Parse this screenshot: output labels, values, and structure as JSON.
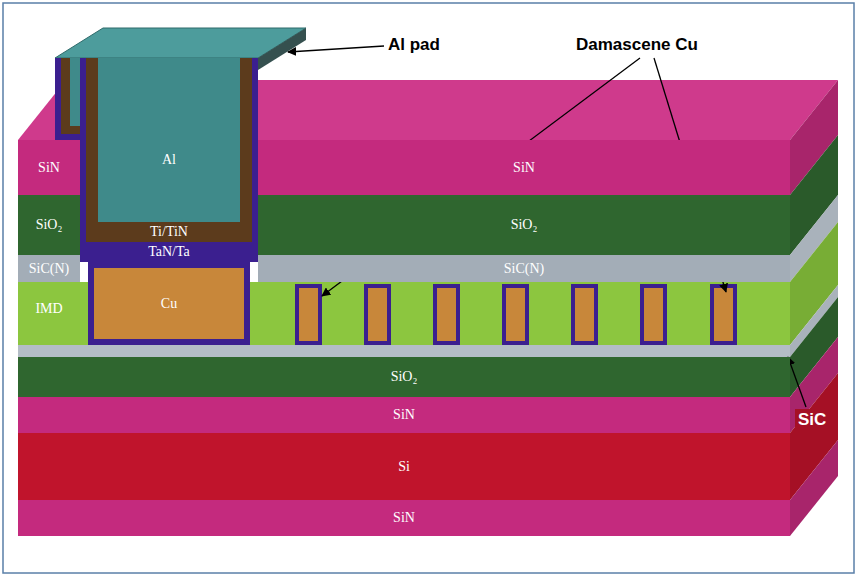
{
  "diagram": {
    "nodes": [
      {
        "text": [
          "SiN"
        ]
      },
      {
        "text": [
          "TaN/Ta"
        ]
      },
      {
        "text": [
          "Ti/TiN"
        ],
        "in": 1
      },
      {
        "text": [
          "Al"
        ],
        "in": 2
      },
      {
        "text": [
          "SiN"
        ]
      },
      {
        "text": [
          "SiO₂"
        ]
      },
      {
        "text": [
          "SiO₂"
        ]
      },
      {
        "text": [
          "SiC(N)"
        ]
      },
      {
        "text": [
          "SiC(N)"
        ]
      },
      {
        "text": [
          "IMD"
        ]
      },
      {
        "text": [
          "Cu"
        ],
        "in": 9
      },
      {
        "text": [
          "SiO₂"
        ]
      },
      {
        "text": [
          "SiN"
        ]
      },
      {
        "text": [
          "Si"
        ]
      },
      {
        "text": [
          "SiN"
        ]
      }
    ],
    "labels": [
      "Al pad",
      "Damascene Cu",
      "SiC"
    ]
  }
}
